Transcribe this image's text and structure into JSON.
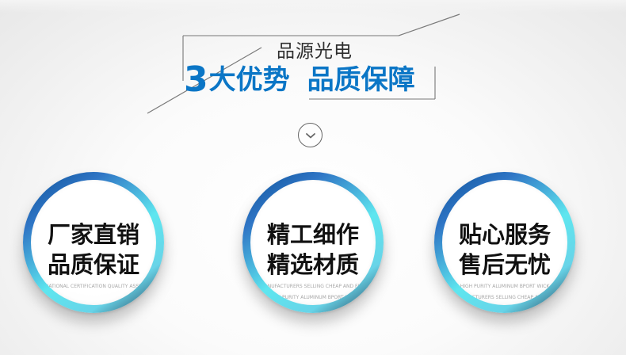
{
  "header": {
    "brand": "品源光电",
    "headline_number": "3",
    "headline_middle": "大优势",
    "headline_right": "品质保障"
  },
  "controls": {
    "toggle_icon": "chevron-down-icon"
  },
  "features": [
    {
      "title_line1": "厂家直销",
      "title_line2": "品质保证",
      "caption_line1": "INTERNATIONAL CERTIFICATION QUALITY ASSURANCE",
      "caption_line2": ""
    },
    {
      "title_line1": "精工细作",
      "title_line2": "精选材质",
      "caption_line1": "MANUFACTURERS SELLING CHEAP AND FINE",
      "caption_line2": "HIGH PURITY ALUMINUM BPORT WICK"
    },
    {
      "title_line1": "贴心服务",
      "title_line2": "售后无忧",
      "caption_line1": "HIGH PURITY ALUMINUM BPORT WICK",
      "caption_line2": "MANUFACTURERS SELLING CHEAP AND FINE"
    }
  ],
  "colors": {
    "accent": "#0b76c6",
    "text_dark": "#111111",
    "caption_gray": "#a7a7a7",
    "ring_gradient_start": "#0a4f95",
    "ring_gradient_mid": "#5ee6ef",
    "ring_gradient_end": "#1b2f49"
  }
}
